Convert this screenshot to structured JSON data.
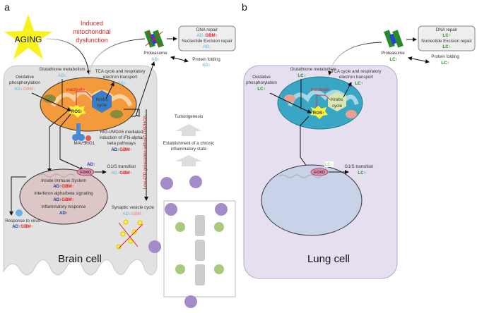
{
  "colors": {
    "ad_up": "#1f3a93",
    "ad_down": "#7fc3e0",
    "gbm_up": "#e02020",
    "gbm_down": "#e8a0a0",
    "lc_up": "#1a8a1a",
    "lc_down": "#a0c880",
    "brain_cell": "#e2e2e2",
    "lung_cell": "#e6dff0",
    "mito_a": "#f39a3c",
    "mito_b": "#3aa6c6"
  },
  "panel_a": {
    "label": "a",
    "aging": "AGING",
    "induced": [
      "Induced",
      "mitochondrial",
      "dysfunction"
    ],
    "proteasome": "Proteasome",
    "proteasome_m": [
      "AD↓"
    ],
    "dna_repair": "DNA repair",
    "dna_repair_m": [
      "AD↓",
      "GBM↑"
    ],
    "ner": "Nucleotide Excision repair",
    "ner_m": [
      "AD↓"
    ],
    "protein_folding": "Protein folding",
    "protein_folding_m": [
      "AD↓"
    ],
    "glutathione": "Glutathione metabolism",
    "glutathione_m": [
      "AD↓"
    ],
    "oxphos": [
      "Oxidative",
      "phosphorylation"
    ],
    "oxphos_m": [
      "AD↓",
      "GBM↓"
    ],
    "tca": [
      "TCA cycle and respiratory",
      "electron transport"
    ],
    "tca_m": [
      "AD↓"
    ],
    "inactivate": "inactivate",
    "krebs": [
      "Krebs",
      "cycle"
    ],
    "ros": "ROS↑",
    "rig": [
      "RIG-I/MDA5 mediated",
      "induction of IFN-alpha/",
      "beta pathways"
    ],
    "rig_m": [
      "AD↑",
      "GBM↑"
    ],
    "mavs": "MAVS",
    "rig1": "RIG1",
    "low_atp": "Low ATP generation without OXPHOS",
    "foxo": "FOXO",
    "foxo_m": "AD↑",
    "g1s": "G1/S transition",
    "g1s_m": [
      "AD↓",
      "GBM↑"
    ],
    "innate": "Innate Immune System",
    "innate_m": [
      "AD↑",
      "GBM↑"
    ],
    "interferon": "Interferon alpha/beta signaling",
    "interferon_m": [
      "AD↑",
      "GBM↑"
    ],
    "inflammatory": "Inflammatory response",
    "inflammatory_m": [
      "AD↑"
    ],
    "virus": "Response to virus",
    "virus_m": [
      "AD↑",
      "GBM↑"
    ],
    "synaptic": "Synaptic vesicle cycle",
    "synaptic_m": [
      "AD↓",
      "GBM↓"
    ],
    "cell": "Brain cell",
    "tumorigenesis": "Tumorigenesis",
    "chronic": [
      "Establishment of a chronic",
      "inflammatory state"
    ]
  },
  "panel_b": {
    "label": "b",
    "proteasome": "Proteasome",
    "proteasome_m": "LC↑",
    "dna_repair": "DNA repair",
    "dna_repair_m": "LC↑",
    "ner": "Nucleotide Excision repair",
    "ner_m": "LC↑",
    "protein_folding": "Protein folding",
    "protein_folding_m": "LC↑",
    "glutathione": "Glutathione metabolism",
    "glutathione_m": "LC↑",
    "oxphos": [
      "Oxidative",
      "phosphorylation"
    ],
    "oxphos_m": "LC↑",
    "tca": [
      "TCA cycle and respiratory",
      "electron transport"
    ],
    "tca_m": "LC↑",
    "inactivate": "inactivate",
    "krebs": [
      "Krebs",
      "cycle"
    ],
    "ros": "ROS↑",
    "foxo": "FOXO",
    "foxo_m": "LC↓",
    "g1s": "G1/S transition",
    "g1s_m": "LC↑",
    "cell": "Lung cell"
  }
}
